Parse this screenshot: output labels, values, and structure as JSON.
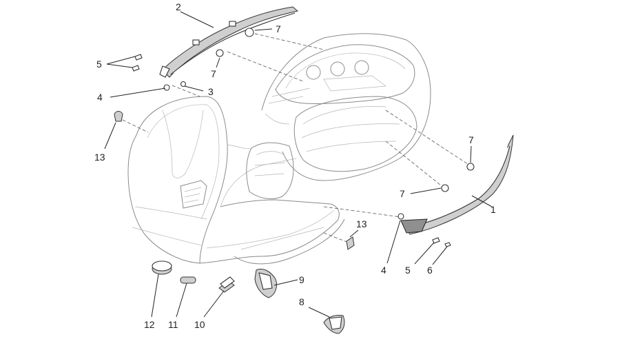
{
  "diagram": {
    "callouts": [
      {
        "id": "c2a",
        "text": "2"
      },
      {
        "id": "c7a",
        "text": "7"
      },
      {
        "id": "c5a",
        "text": "5"
      },
      {
        "id": "c7b",
        "text": "7"
      },
      {
        "id": "c4a",
        "text": "4"
      },
      {
        "id": "c3",
        "text": "3"
      },
      {
        "id": "c13a",
        "text": "13"
      },
      {
        "id": "c7c",
        "text": "7"
      },
      {
        "id": "c7d",
        "text": "7"
      },
      {
        "id": "c1",
        "text": "1"
      },
      {
        "id": "c13b",
        "text": "13"
      },
      {
        "id": "c4b",
        "text": "4"
      },
      {
        "id": "c5b",
        "text": "5"
      },
      {
        "id": "c6",
        "text": "6"
      },
      {
        "id": "c9",
        "text": "9"
      },
      {
        "id": "c8",
        "text": "8"
      },
      {
        "id": "c12",
        "text": "12"
      },
      {
        "id": "c11",
        "text": "11"
      },
      {
        "id": "c10",
        "text": "10"
      }
    ]
  }
}
